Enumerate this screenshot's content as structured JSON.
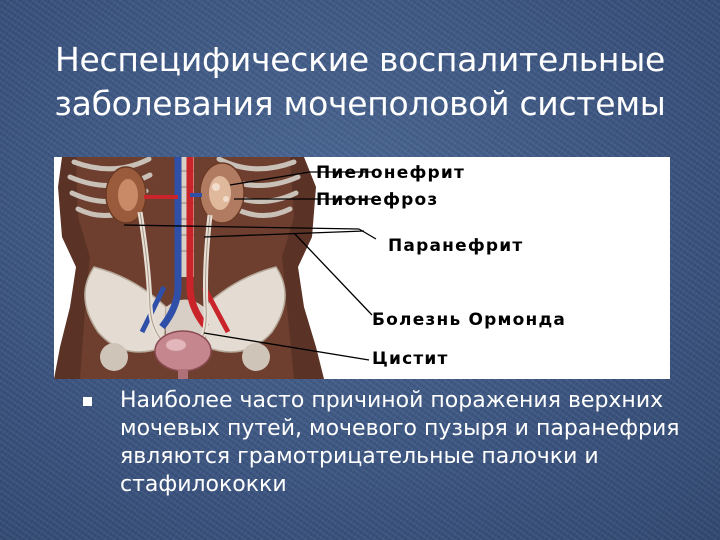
{
  "slide": {
    "title_line1": "Неспецифические воспалительные",
    "title_line2": "заболевания мочеполовой системы"
  },
  "figure": {
    "labels": {
      "pyelonephritis": "Пиелонефрит",
      "pyonephrosis": "Пионефроз",
      "paranephritis": "Паранефрит",
      "ormond": "Болезнь Ормонда",
      "cystitis": "Цистит"
    }
  },
  "bullet": {
    "text": "Наиболее часто причиной поражения верхних мочевых путей, мочевого пузыря и паранефрия являются грамотрицательные палочки и стафилококки"
  }
}
